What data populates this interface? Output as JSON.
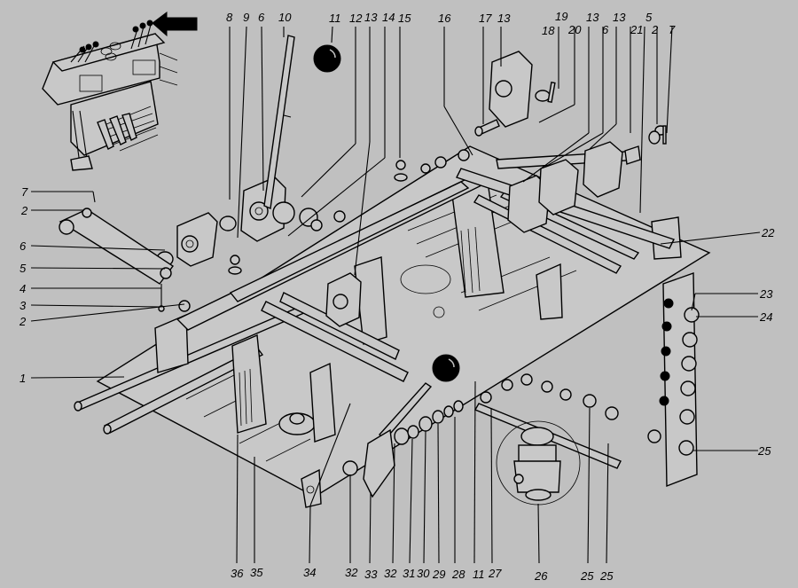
{
  "title": "Control linkage assembly – exploded view",
  "background_color": "#c0c0c0",
  "line_color": "#000000",
  "callouts": {
    "top": [
      "8",
      "9",
      "6",
      "10",
      "11",
      "12",
      "13",
      "14",
      "15",
      "16",
      "17",
      "13",
      "18",
      "19",
      "20",
      "13",
      "6",
      "13",
      "21",
      "5",
      "2",
      "7"
    ],
    "left": [
      "7",
      "2",
      "6",
      "5",
      "4",
      "3",
      "2",
      "1"
    ],
    "right": [
      "22",
      "23",
      "24",
      "25"
    ],
    "bottom": [
      "36",
      "35",
      "34",
      "32",
      "33",
      "32",
      "31",
      "30",
      "29",
      "28",
      "11",
      "27",
      "26",
      "25",
      "25"
    ]
  },
  "inset": {
    "description": "Cab control panel with levers and pedals",
    "arrow_icon": "arrow-left-icon"
  },
  "parts": {
    "knob_top": "ball-knob",
    "knob_center": "ball-knob",
    "valve": "hydraulic-valve-unit"
  }
}
